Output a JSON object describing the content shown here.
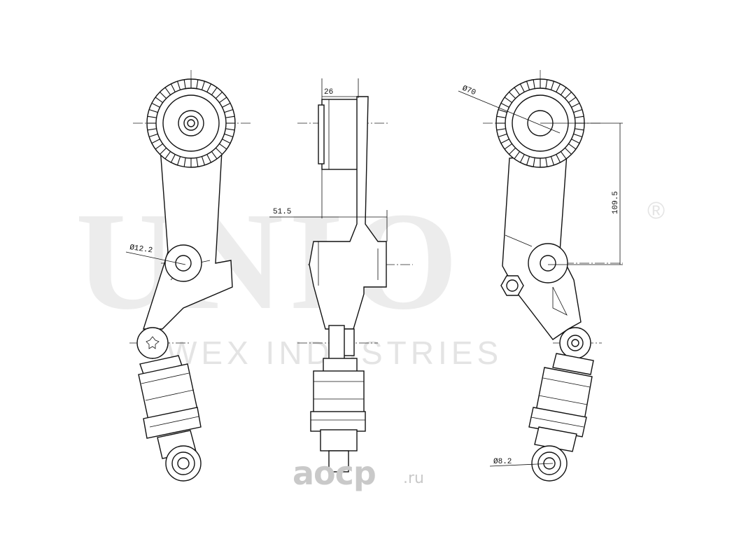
{
  "watermark": {
    "brand": "UNIO",
    "registered": "®",
    "subtitle": "WEX INDUSTRIES"
  },
  "logo": {
    "name": "aocp",
    "suffix": ".ru"
  },
  "dimensions": {
    "bore_diameter": "Ø12.2",
    "pulley_width": "26",
    "offset": "51.5",
    "pulley_diameter": "Ø70",
    "center_distance": "109.5",
    "lower_bore": "Ø8.2"
  }
}
